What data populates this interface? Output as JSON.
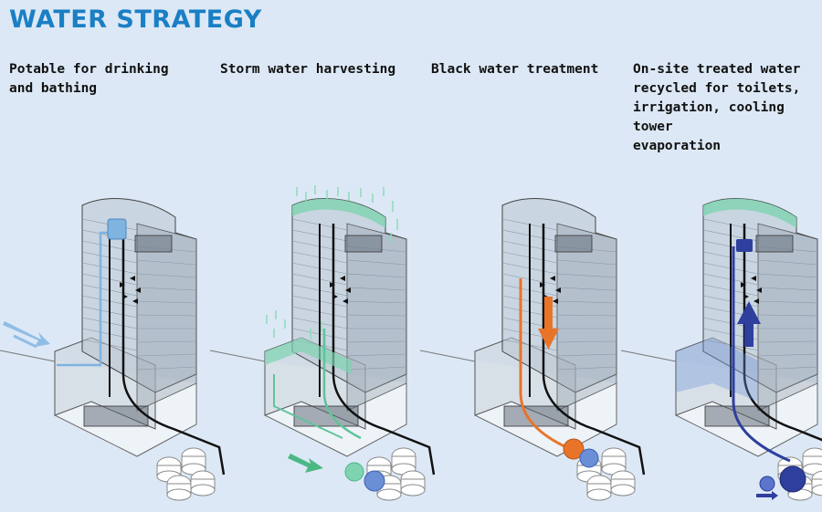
{
  "title": "WATER STRATEGY",
  "panels": [
    {
      "caption": "Potable for drinking\nand bathing",
      "accent": "#7fb3e0"
    },
    {
      "caption": "Storm water harvesting",
      "accent": "#5fc49a"
    },
    {
      "caption": "Black water treatment",
      "accent": "#e8742a"
    },
    {
      "caption": "On-site treated water\nrecycled for toilets,\nirrigation, cooling tower\nevaporation",
      "accent": "#2f3f9e"
    }
  ]
}
